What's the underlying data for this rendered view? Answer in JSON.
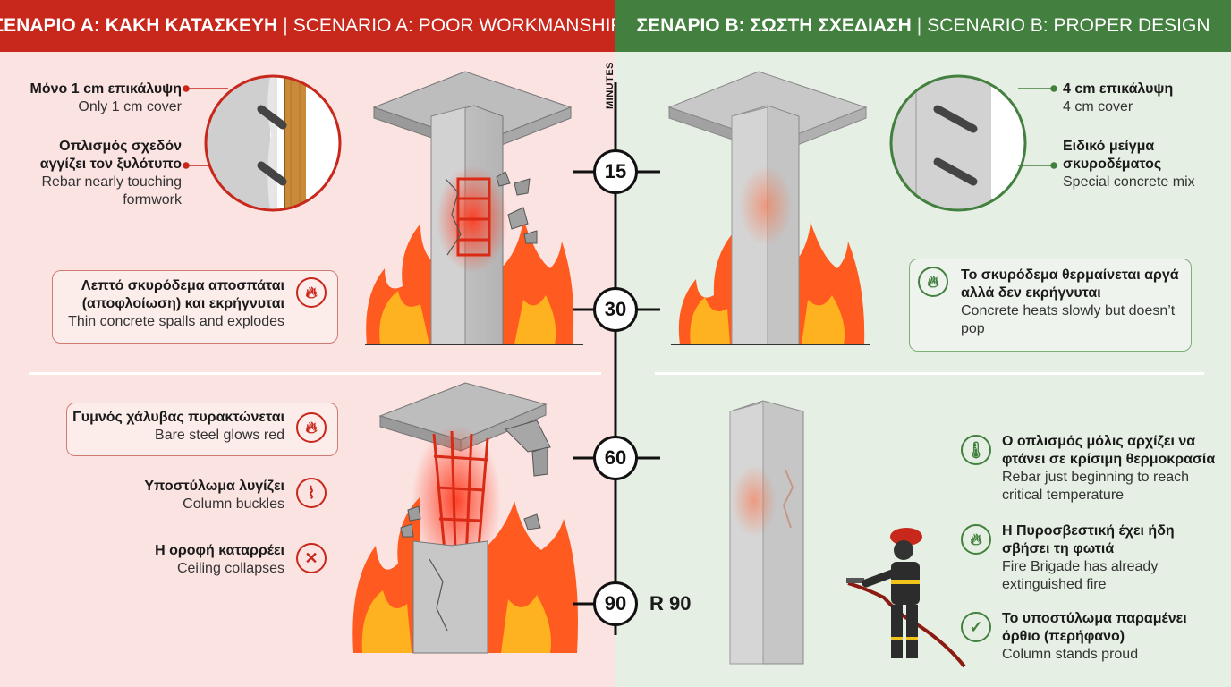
{
  "scenario_a": {
    "header_gr": "ΣΕΝΑΡΙΟ Α: ΚΑΚΗ ΚΑΤΑΣΚΕΥΗ",
    "header_sep": "|",
    "header_en": "SCENARIO A: POOR WORKMANSHIP",
    "callouts": [
      {
        "gr": "Μόνο 1 cm επικάλυψη",
        "en": "Only 1 cm cover"
      },
      {
        "gr": "Οπλισμός σχεδόν αγγίζει τον ξυλότυπο",
        "en": "Rebar nearly touching formwork"
      }
    ],
    "stage30": {
      "gr": "Λεπτό σκυρόδεμα αποσπάται (αποφλοίωση) και εκρήγνυται",
      "en": "Thin concrete spalls and explodes",
      "icon": "fire-icon"
    },
    "stage60": [
      {
        "gr": "Γυμνός χάλυβας πυρακτώνεται",
        "en": "Bare steel glows red",
        "icon": "fire-icon"
      },
      {
        "gr": "Υποστύλωμα λυγίζει",
        "en": "Column buckles",
        "icon": "buckle-icon"
      },
      {
        "gr": "Η οροφή καταρρέει",
        "en": "Ceiling collapses",
        "icon": "x-icon"
      }
    ]
  },
  "scenario_b": {
    "header_gr": "ΣΕΝΑΡΙΟ Β: ΣΩΣΤΗ ΣΧΕΔΙΑΣΗ",
    "header_sep": "|",
    "header_en": "SCENARIO B: PROPER DESIGN",
    "callouts": [
      {
        "gr": "4 cm επικάλυψη",
        "en": "4 cm cover"
      },
      {
        "gr": "Ειδικό μείγμα σκυροδέματος",
        "en": "Special concrete mix"
      }
    ],
    "stage30": {
      "gr": "Το σκυρόδεμα θερμαίνεται αργά αλλά δεν εκρήγνυται",
      "en": "Concrete heats slowly but doesn’t pop",
      "icon": "fire-icon"
    },
    "stage60": [
      {
        "gr": "Ο οπλισμός μόλις αρχίζει να φτάνει σε κρίσιμη θερμοκρασία",
        "en": "Rebar just beginning to reach critical temperature",
        "icon": "thermometer-icon"
      },
      {
        "gr": "Η Πυροσβεστική έχει ήδη σβήσει τη φωτιά",
        "en": "Fire Brigade has already extinguished fire",
        "icon": "fire-icon"
      },
      {
        "gr": "Το υποστύλωμα παραμένει όρθιο (περήφανο)",
        "en": "Column stands proud",
        "icon": "check-icon"
      }
    ]
  },
  "timeline": {
    "unit_label": "MINUTES",
    "ticks": [
      "15",
      "30",
      "60",
      "90"
    ],
    "rating": "R 90"
  },
  "colors": {
    "red": "#c8271c",
    "green": "#43803f",
    "panel_a_bg": "#fbe3e1",
    "panel_b_bg": "#e5efe3"
  }
}
